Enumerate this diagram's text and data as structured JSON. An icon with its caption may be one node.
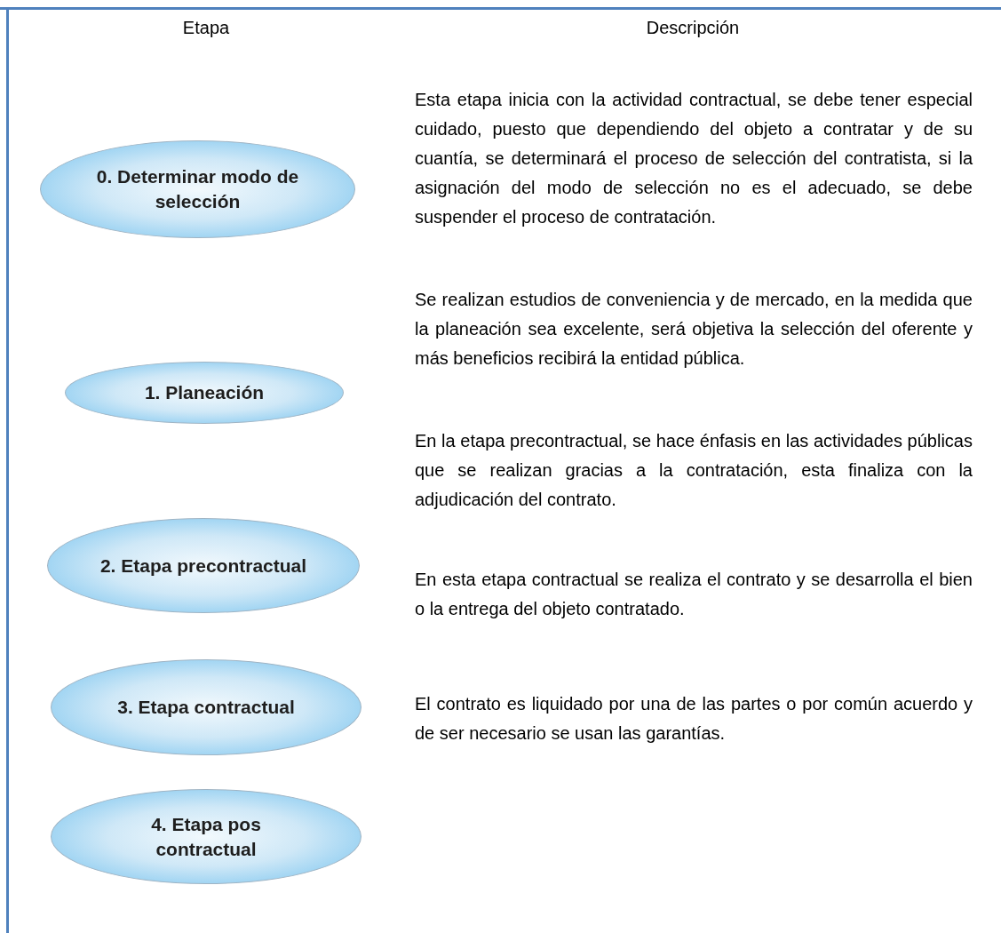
{
  "diagram": {
    "nodes": [
      {
        "text": [
          "0. Determinar modo de selección"
        ]
      },
      {
        "text": [
          "1. Planeación"
        ]
      },
      {
        "text": [
          "2. Etapa precontractual"
        ]
      },
      {
        "text": [
          "3. Etapa contractual"
        ]
      },
      {
        "text": [
          "4. Etapa pos contractual"
        ]
      }
    ],
    "labels": [
      "Etapa",
      "Descripción",
      "Esta etapa inicia con la actividad contractual, se debe tener especial cuidado, puesto que dependiendo del objeto a contratar y de su cuantía, se determinará el proceso de selección del contratista, si la asignación del modo de selección no es el adecuado, se debe suspender el proceso de contratación.",
      "Se realizan estudios de conveniencia y de mercado, en la medida que la planeación sea excelente, será objetiva la selección del oferente y más beneficios recibirá la entidad pública.",
      "En la etapa precontractual, se hace énfasis en las actividades públicas que se realizan gracias a la contratación, esta finaliza con la adjudicación del contrato.",
      "En esta etapa contractual se realiza el contrato y se desarrolla el bien o la entrega del objeto contratado.",
      "El contrato es liquidado por una de las partes o por común acuerdo y de ser necesario se usan las garantías."
    ]
  }
}
